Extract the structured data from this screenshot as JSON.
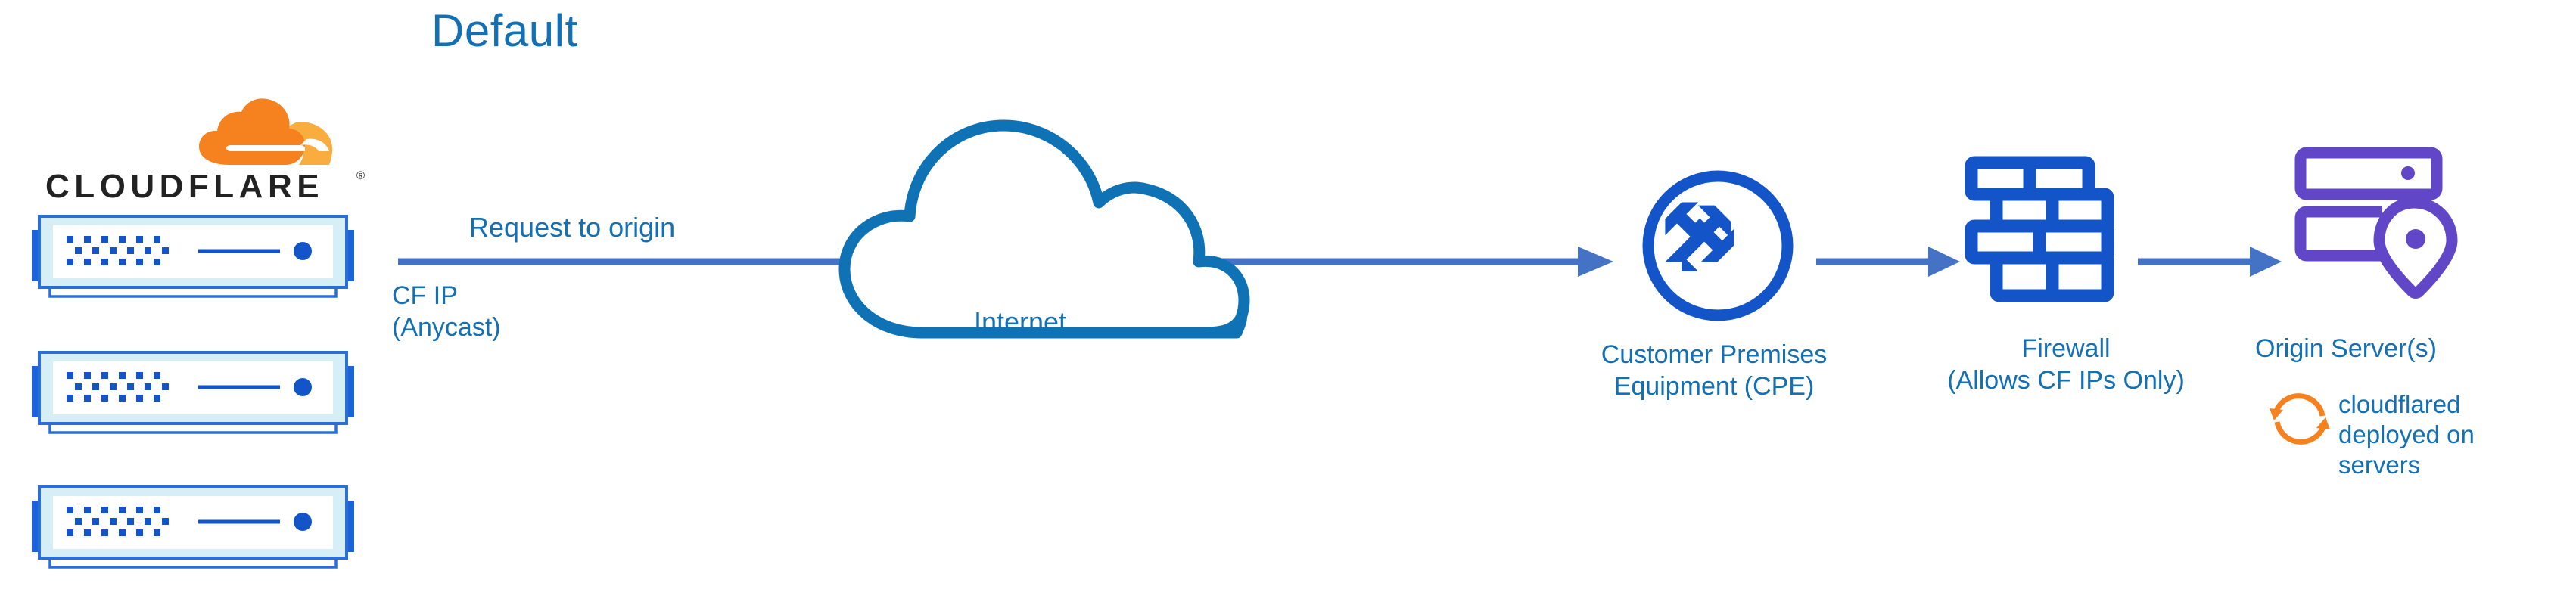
{
  "title": "Default",
  "brand": {
    "name": "CLOUDFLARE",
    "registered_mark": "®",
    "logo_icon": "cloudflare-cloud-logo",
    "colors": {
      "orange_dark": "#f6821f",
      "orange_light": "#faad3f",
      "wordmark": "#222222"
    }
  },
  "colors": {
    "label_blue": "#1370b5",
    "arrow_blue": "#4472c4",
    "cloud_blue": "#0f72b5",
    "icon_blue": "#1355c8",
    "origin_purple": "#6147c8",
    "sync_orange": "#f6821f",
    "server_fill": "#d6eef5",
    "server_stroke": "#2a6fd6",
    "server_tab": "#1a63d8",
    "background": "#ffffff"
  },
  "cf_servers": [
    {
      "name": "cloudflare-edge-server-1",
      "icon": "server-rack-icon"
    },
    {
      "name": "cloudflare-edge-server-2",
      "icon": "server-rack-icon"
    },
    {
      "name": "cloudflare-edge-server-3",
      "icon": "server-rack-icon"
    }
  ],
  "labels": {
    "request_to_origin": "Request to origin",
    "cf_ip": "CF IP\n(Anycast)",
    "internet": "Internet",
    "cpe": "Customer Premises\nEquipment (CPE)",
    "firewall": "Firewall\n(Allows CF IPs Only)",
    "origin": "Origin Server(s)",
    "cloudflared": "cloudflared\ndeployed on\nservers"
  },
  "nodes": [
    {
      "id": "cloudflare-edge",
      "label": "CLOUDFLARE",
      "icon": "server-rack-icon"
    },
    {
      "id": "internet",
      "label": "Internet",
      "icon": "cloud-icon"
    },
    {
      "id": "cpe",
      "label": "Customer Premises Equipment (CPE)",
      "icon": "router-icon"
    },
    {
      "id": "firewall",
      "label": "Firewall (Allows CF IPs Only)",
      "icon": "brick-wall-icon"
    },
    {
      "id": "origin",
      "label": "Origin Server(s)",
      "icon": "server-location-pin-icon"
    }
  ],
  "connections": [
    {
      "from": "cloudflare-edge",
      "to": "cpe",
      "label": "Request to origin",
      "sublabel": "CF IP (Anycast)",
      "through": "internet"
    },
    {
      "from": "cpe",
      "to": "firewall",
      "label": ""
    },
    {
      "from": "firewall",
      "to": "origin",
      "label": ""
    }
  ],
  "annotations": [
    {
      "target": "origin",
      "icon": "sync-circular-arrows-icon",
      "text": "cloudflared deployed on servers"
    }
  ]
}
